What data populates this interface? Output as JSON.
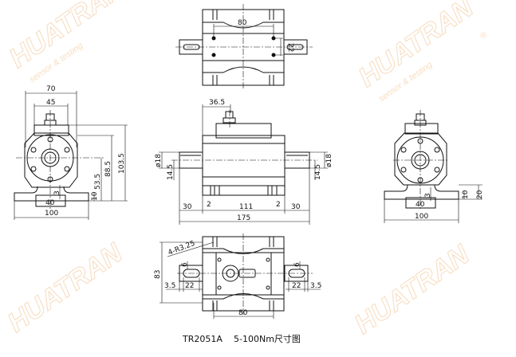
{
  "watermark": {
    "brand": "HUATRAN",
    "tagline": "sensor & testing",
    "registered": "®",
    "color": "#f2c89a"
  },
  "caption": {
    "model": "TR2051A",
    "title": "5-100Nm尺寸图"
  },
  "top_view": {
    "dim_width": "80",
    "dim_pitch": "22"
  },
  "side_view_left": {
    "dim_overall_width": "70",
    "dim_box_width": "45",
    "dim_center_height": "53.5",
    "dim_body_height": "88.5",
    "dim_total_height": "103.5",
    "dim_base_thickness": "10",
    "dim_slot_depth": "3",
    "dim_slot_width": "40",
    "dim_base_width": "100"
  },
  "front_view": {
    "dim_connector_offset": "36.5",
    "dim_shaft_dia_left": "ø18",
    "dim_shaft_dia_right": "ø18",
    "dim_flat_left": "14.5",
    "dim_flat_right": "14.5",
    "dim_shaft_left": "30",
    "dim_gap_left": "2",
    "dim_body": "111",
    "dim_gap_right": "2",
    "dim_shaft_right": "30",
    "dim_total_length": "175"
  },
  "side_view_right": {
    "dim_slot_depth": "3",
    "dim_base_thickness": "10",
    "dim_base_height": "20",
    "dim_slot_width": "40",
    "dim_base_width": "100"
  },
  "bottom_view": {
    "dim_radius": "4-R3.25",
    "dim_height": "83",
    "dim_key_width_left": "6",
    "dim_key_width_right": "6",
    "dim_key_offset_left": "3.5",
    "dim_key_length_left": "22",
    "dim_key_length_right": "22",
    "dim_key_offset_right": "3.5",
    "dim_width": "80"
  }
}
